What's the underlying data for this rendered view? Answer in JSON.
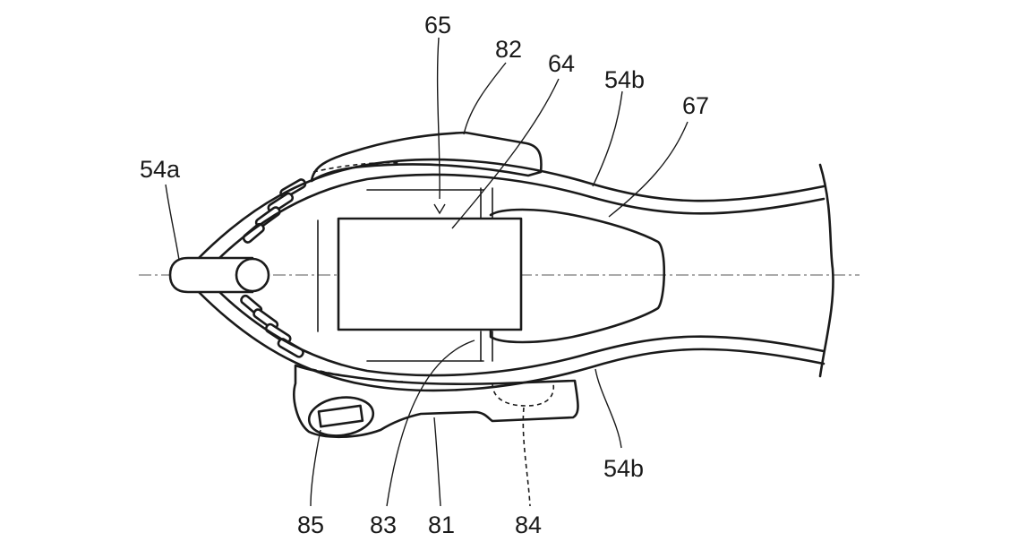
{
  "diagram": {
    "reference_numerals": {
      "n65": "65",
      "n82": "82",
      "n64": "64",
      "n54b_top": "54b",
      "n67": "67",
      "n54a": "54a",
      "n54b_bottom": "54b",
      "n85": "85",
      "n83": "83",
      "n81": "81",
      "n84": "84"
    },
    "colors": {
      "line": "#1a1a1a",
      "background": "#ffffff"
    }
  }
}
